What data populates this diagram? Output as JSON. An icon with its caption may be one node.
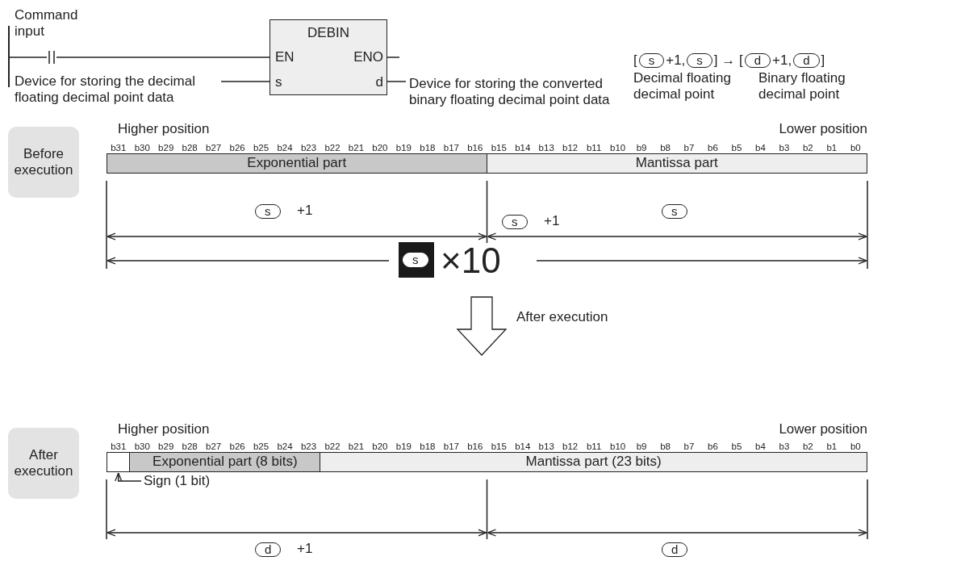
{
  "diagram": {
    "nodes": [
      {
        "text": [],
        "shape": "bar"
      },
      {
        "text": [],
        "shape": "contact"
      },
      {
        "text": [
          "DEBIN",
          "EN",
          "ENO",
          "s",
          "d"
        ]
      },
      {
        "text": [
          "Device for storing the decimal floating decimal point data"
        ]
      },
      {
        "text": [
          "Device for storing the converted binary floating decimal point data"
        ]
      },
      {
        "text": [
          "Before execution"
        ]
      },
      {
        "text": [
          "Exponential part"
        ]
      },
      {
        "text": [
          "Mantissa part"
        ]
      },
      {
        "text": [
          "After execution"
        ]
      },
      {
        "text": [],
        "shape": "box"
      },
      {
        "text": [
          "Exponential part (8 bits)"
        ]
      },
      {
        "text": [
          "Mantissa part (23 bits)"
        ]
      },
      {
        "text": [
          "Sign (1 bit)"
        ]
      }
    ],
    "edges": [
      {
        "from": 0,
        "to": 1,
        "arrow": "none"
      },
      {
        "from": 1,
        "to": 2,
        "arrow": "none"
      },
      {
        "from": 3,
        "to": 2,
        "arrow": "none"
      },
      {
        "from": 2,
        "to": 4,
        "arrow": "none"
      },
      {
        "from": 2,
        "to": null,
        "arrow": "none"
      },
      {
        "from": 12,
        "to": 9,
        "arrow": "to"
      }
    ],
    "labels": [
      "Command input",
      "[",
      "s",
      "+1,",
      "s",
      "] → [",
      "d",
      "+1,",
      "d",
      "]",
      "Decimal floating decimal point",
      "Binary floating decimal point",
      "Higher position",
      "Lower position",
      "b31",
      "b30",
      "b29",
      "b28",
      "b27",
      "b26",
      "b25",
      "b24",
      "b23",
      "b22",
      "b21",
      "b20",
      "b19",
      "b18",
      "b17",
      "b16",
      "b15",
      "b14",
      "b13",
      "b12",
      "b11",
      "b10",
      "b9",
      "b8",
      "b7",
      "b6",
      "b5",
      "b4",
      "b3",
      "b2",
      "b1",
      "b0",
      "s",
      "+1",
      "s",
      "s",
      "×10",
      "s",
      "+1",
      "After execution",
      "Higher position",
      "Lower position",
      "b31",
      "b30",
      "b29",
      "b28",
      "b27",
      "b26",
      "b25",
      "b24",
      "b23",
      "b22",
      "b21",
      "b20",
      "b19",
      "b18",
      "b17",
      "b16",
      "b15",
      "b14",
      "b13",
      "b12",
      "b11",
      "b10",
      "b9",
      "b8",
      "b7",
      "b6",
      "b5",
      "b4",
      "b3",
      "b2",
      "b1",
      "b0",
      "d",
      "+1",
      "d"
    ]
  }
}
